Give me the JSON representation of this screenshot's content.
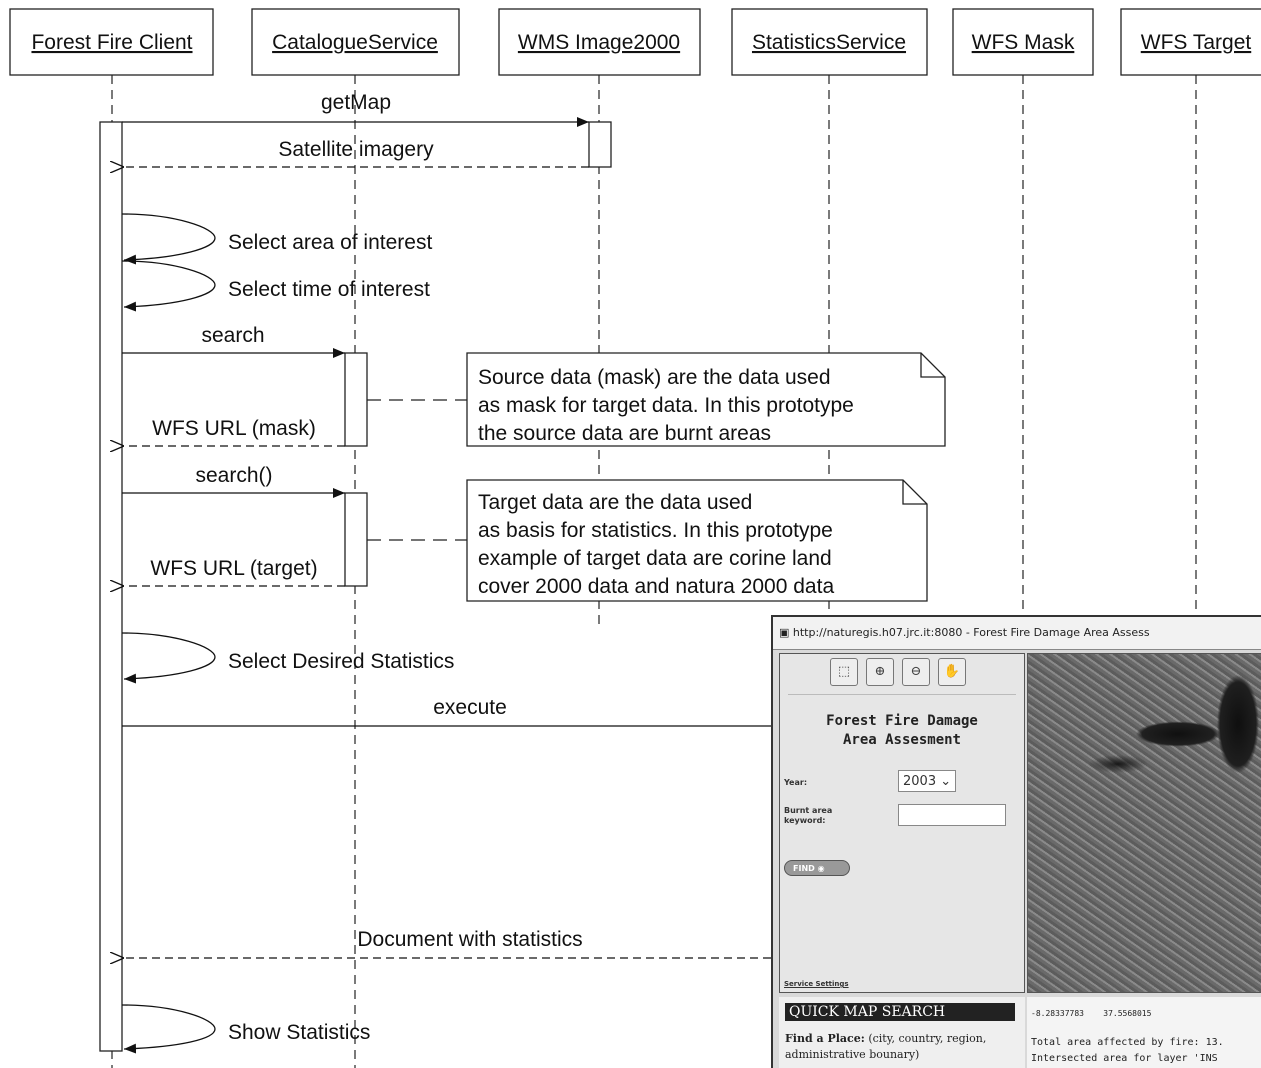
{
  "lifelines": [
    {
      "id": "client",
      "label": "Forest Fire Client"
    },
    {
      "id": "catalogue",
      "label": "CatalogueService"
    },
    {
      "id": "wms",
      "label": "WMS Image2000"
    },
    {
      "id": "stats",
      "label": "StatisticsService"
    },
    {
      "id": "mask",
      "label": "WFS Mask"
    },
    {
      "id": "target",
      "label": "WFS Target"
    }
  ],
  "messages": {
    "get_map": "getMap",
    "satellite_imagery": "Satellite imagery",
    "select_area": "Select area of interest",
    "select_time": "Select time of interest",
    "search": "search",
    "wfs_url_mask": "WFS URL (mask)",
    "search_call": "search()",
    "wfs_url_target": "WFS URL (target)",
    "select_stats": "Select Desired Statistics",
    "execute": "execute",
    "document_stats": "Document with statistics",
    "show_stats": "Show Statistics"
  },
  "notes": {
    "mask": [
      "Source data (mask) are the data used",
      "as mask for target data. In this prototype",
      "the source data are burnt areas"
    ],
    "target": [
      "Target data are the data used",
      "as basis for statistics. In this prototype",
      "example of target data are corine land",
      "cover 2000 data and natura 2000 data"
    ]
  },
  "screenshot": {
    "window_title": "http://naturegis.h07.jrc.it:8080 - Forest Fire Damage Area Assess",
    "app_title": "Forest Fire Damage\nArea Assesment",
    "year_label": "Year:",
    "year_value": "2003",
    "burnt_label": "Burnt area keyword:",
    "find_button": "FIND",
    "service_settings": "Service Settings",
    "quick_map_search": "QUICK MAP SEARCH",
    "find_place_bold": "Find a Place:",
    "find_place_hint": "(city, country, region, administrative bounary)",
    "coord_x": "-8.28337783",
    "coord_y": "37.5568015",
    "total_area": "Total area affected by fire: 13.",
    "intersected_area": "Intersected area for layer 'INS"
  }
}
